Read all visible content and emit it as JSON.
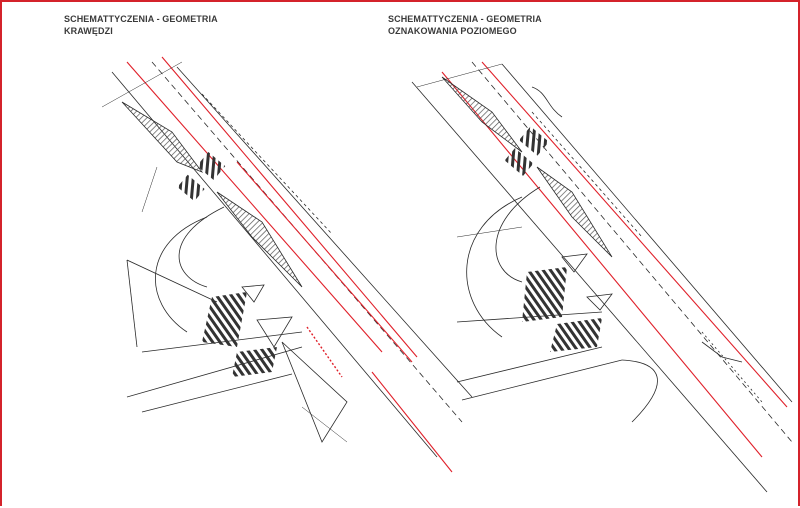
{
  "panels": [
    {
      "title_line1": "SCHEMATTYCZENIA - GEOMETRIA",
      "title_line2": "KRAWĘDZI"
    },
    {
      "title_line1": "SCHEMATTYCZENIA - GEOMETRIA",
      "title_line2": "OZNAKOWANIA POZIOMEGO"
    }
  ],
  "colors": {
    "frame": "#d4232b",
    "red_line": "#e0202a",
    "ink": "#2a2a2a",
    "hatch": "#555555"
  }
}
